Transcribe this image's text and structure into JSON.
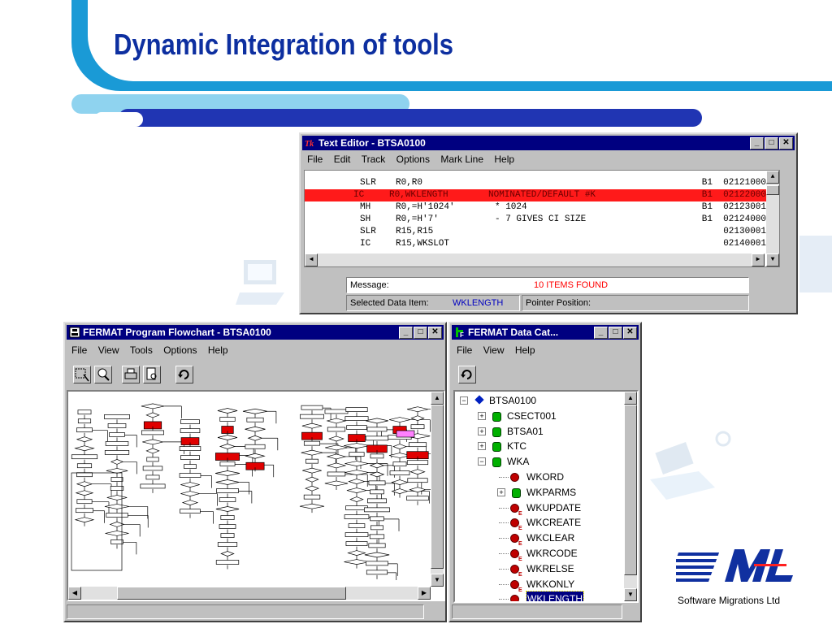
{
  "slide": {
    "title": "Dynamic Integration of tools",
    "company": "Software Migrations Ltd"
  },
  "text_editor": {
    "title": "Text Editor - BTSA0100",
    "menu": [
      "File",
      "Edit",
      "Track",
      "Options",
      "Mark Line",
      "Help"
    ],
    "code_lines": [
      {
        "op": "SLR",
        "args": "R0,R0",
        "comment": "",
        "seq": "B1  02121000"
      },
      {
        "op": "IC",
        "args": "R0,WKLENGTH",
        "comment": "NOMINATED/DEFAULT #K",
        "seq": "B1  02122000"
      },
      {
        "op": "MH",
        "args": "R0,=H'1024'",
        "comment": "* 1024",
        "seq": "B1  02123001"
      },
      {
        "op": "SH",
        "args": "R0,=H'7'",
        "comment": "- 7 GIVES CI SIZE",
        "seq": "B1  02124000"
      },
      {
        "op": "SLR",
        "args": "R15,R15",
        "comment": "",
        "seq": "02130001"
      },
      {
        "op": "IC",
        "args": "R15,WKSLOT",
        "comment": "",
        "seq": "02140001"
      }
    ],
    "message_label": "Message:",
    "message_value": "10 ITEMS FOUND",
    "selected_label": "Selected Data Item:",
    "selected_value": "WKLENGTH",
    "pointer_label": "Pointer Position:"
  },
  "flowchart": {
    "title": "FERMAT Program Flowchart - BTSA0100",
    "menu": [
      "File",
      "View",
      "Tools",
      "Options",
      "Help"
    ],
    "tools": [
      "select-zoom-icon",
      "zoom-icon",
      "print-icon",
      "print-preview-icon",
      "refresh-icon"
    ]
  },
  "datacat": {
    "title": "FERMAT Data Cat...",
    "menu": [
      "File",
      "View",
      "Help"
    ],
    "tree": [
      {
        "label": "BTSA0100",
        "level": 0,
        "icon": "diamond",
        "expander": "minus"
      },
      {
        "label": "CSECT001",
        "level": 1,
        "icon": "green",
        "expander": "plus"
      },
      {
        "label": "BTSA01",
        "level": 1,
        "icon": "green",
        "expander": "plus"
      },
      {
        "label": "KTC",
        "level": 1,
        "icon": "green",
        "expander": "plus"
      },
      {
        "label": "WKA",
        "level": 1,
        "icon": "green",
        "expander": "minus"
      },
      {
        "label": "WKORD",
        "level": 2,
        "icon": "red",
        "expander": ""
      },
      {
        "label": "WKPARMS",
        "level": 2,
        "icon": "green",
        "expander": "plus"
      },
      {
        "label": "WKUPDATE",
        "level": 2,
        "icon": "redE",
        "expander": ""
      },
      {
        "label": "WKCREATE",
        "level": 2,
        "icon": "redE",
        "expander": ""
      },
      {
        "label": "WKCLEAR",
        "level": 2,
        "icon": "redE",
        "expander": ""
      },
      {
        "label": "WKRCODE",
        "level": 2,
        "icon": "redE",
        "expander": ""
      },
      {
        "label": "WKRELSE",
        "level": 2,
        "icon": "redE",
        "expander": ""
      },
      {
        "label": "WKKONLY",
        "level": 2,
        "icon": "redE",
        "expander": ""
      },
      {
        "label": "WKLENGTH",
        "level": 2,
        "icon": "red",
        "expander": "",
        "selected": true
      }
    ]
  },
  "colors": {
    "title": "#0d2fa0",
    "highlight": "#ff1a1a",
    "titlebar": "#000080",
    "message": "#ff0000",
    "selected_value": "#0000c0"
  }
}
